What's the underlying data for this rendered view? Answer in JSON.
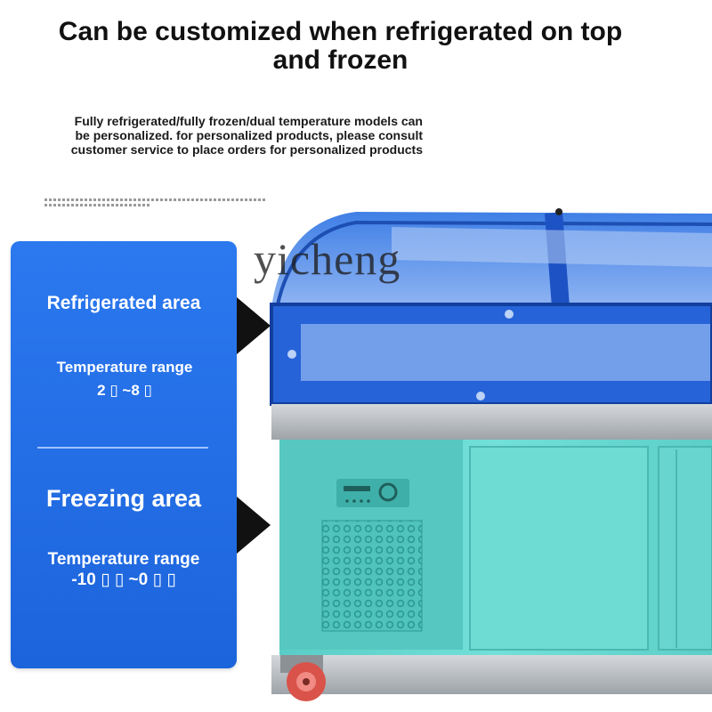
{
  "headline": "Can be customized when refrigerated on top and frozen",
  "subtext": "Fully refrigerated/fully frozen/dual temperature models can be personalized. for personalized products, please consult customer service to place orders for personalized products",
  "watermark": "yicheng",
  "panel": {
    "refrigerated_title": "Refrigerated area",
    "refrigerated_range": "Temperature range 2 ▯ ~8 ▯",
    "freezing_title": "Freezing area",
    "freezing_range": "Temperature range -10 ▯ ▯ ~0 ▯ ▯"
  },
  "colors": {
    "panel_blue": "#1f6ae2",
    "glass_blue": "#2f6fe0",
    "cabinet_teal": "#62d6cf",
    "steel": "#b9bcc0"
  }
}
